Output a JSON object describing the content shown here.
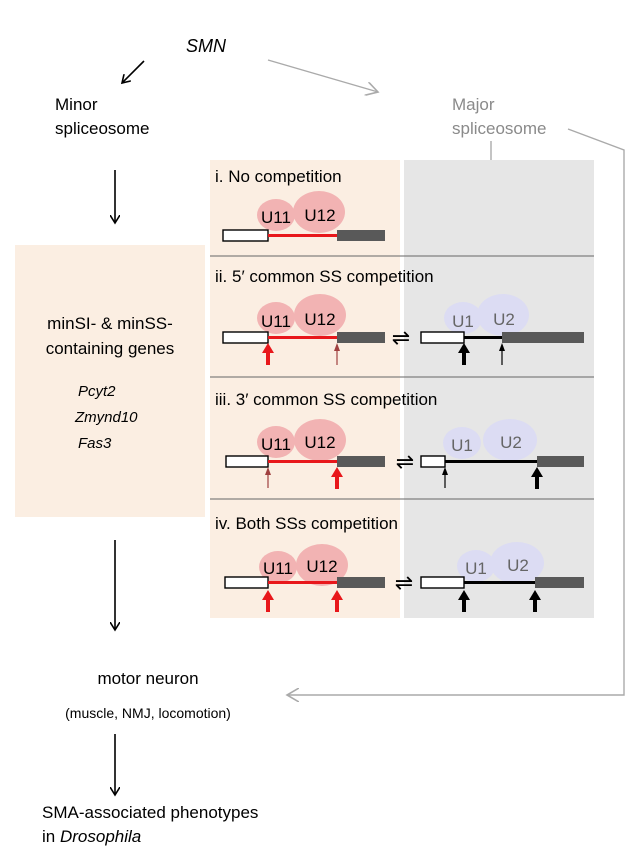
{
  "pathway": {
    "source_gene": "SMN",
    "minor_spliceosome": [
      "Minor",
      "spliceosome"
    ],
    "major_spliceosome": [
      "Major",
      "spliceosome"
    ],
    "gene_box": {
      "title_lines": [
        "minSI- & minSS-",
        "containing genes"
      ],
      "genes": [
        "Pcyt2",
        "Zmynd10",
        "Fas3"
      ]
    },
    "motor_neuron": "motor neuron",
    "motor_neuron_detail": "(muscle, NMJ, locomotion)",
    "phenotype_line1": "SMA-associated phenotypes",
    "phenotype_prefix": "in ",
    "phenotype_organism": "Drosophila"
  },
  "snrnps": {
    "u11": "U11",
    "u12": "U12",
    "u1": "U1",
    "u2": "U2"
  },
  "panels": [
    {
      "title": "i. No competition"
    },
    {
      "title": "ii. 5′ common SS competition"
    },
    {
      "title": "iii. 3′ common SS competition"
    },
    {
      "title": "iv. Both SSs competition"
    }
  ],
  "colors": {
    "minor_bg": "#fbeee2",
    "major_bg": "#e6e6e6",
    "minor_intron": "#e8171b",
    "minor_snrnp": "#f2b3b3",
    "major_snrnp": "#dcdcf3",
    "exon": "#595959",
    "grey_line": "#aaaaaa"
  }
}
